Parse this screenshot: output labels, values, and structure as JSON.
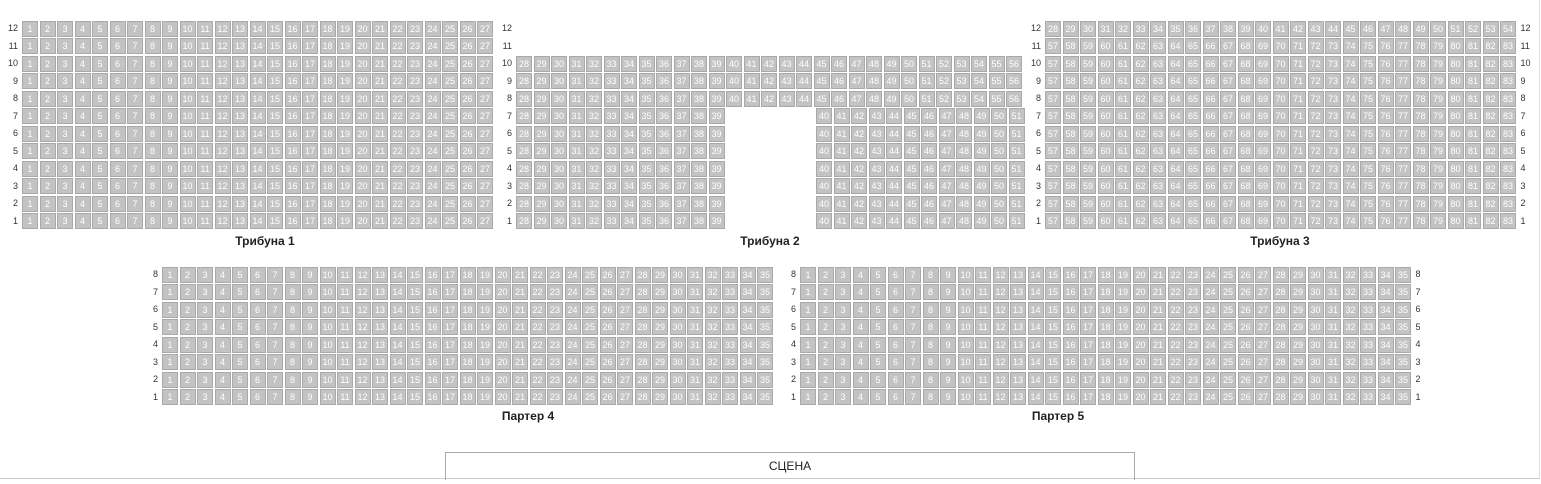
{
  "colors": {
    "seat_fill": "#c3c3c3",
    "seat_border": "#a9a9a9",
    "seat_text": "#ffffff"
  },
  "stage_label": "СЦЕНА",
  "sections": [
    {
      "id": "tribuna-1",
      "title": "Трибуна 1",
      "right_labels": false,
      "rows": [
        {
          "row": "12",
          "blocks": [
            [
              1,
              27
            ]
          ]
        },
        {
          "row": "11",
          "blocks": [
            [
              1,
              27
            ]
          ]
        },
        {
          "row": "10",
          "blocks": [
            [
              1,
              27
            ]
          ]
        },
        {
          "row": "9",
          "blocks": [
            [
              1,
              27
            ]
          ]
        },
        {
          "row": "8",
          "blocks": [
            [
              1,
              27
            ]
          ]
        },
        {
          "row": "7",
          "blocks": [
            [
              1,
              27
            ]
          ]
        },
        {
          "row": "6",
          "blocks": [
            [
              1,
              27
            ]
          ]
        },
        {
          "row": "5",
          "blocks": [
            [
              1,
              27
            ]
          ]
        },
        {
          "row": "4",
          "blocks": [
            [
              1,
              27
            ]
          ]
        },
        {
          "row": "3",
          "blocks": [
            [
              1,
              27
            ]
          ]
        },
        {
          "row": "2",
          "blocks": [
            [
              1,
              27
            ]
          ]
        },
        {
          "row": "1",
          "blocks": [
            [
              1,
              27
            ]
          ]
        }
      ]
    },
    {
      "id": "tribuna-2",
      "title": "Трибуна 2",
      "right_labels": false,
      "rows": [
        {
          "row": "12",
          "blocks": []
        },
        {
          "row": "11",
          "blocks": []
        },
        {
          "row": "10",
          "blocks": [
            [
              28,
              56
            ]
          ]
        },
        {
          "row": "9",
          "blocks": [
            [
              28,
              56
            ]
          ]
        },
        {
          "row": "8",
          "blocks": [
            [
              28,
              56
            ]
          ]
        },
        {
          "row": "7",
          "blocks": [
            [
              28,
              39
            ],
            [
              40,
              51
            ]
          ]
        },
        {
          "row": "6",
          "blocks": [
            [
              28,
              39
            ],
            [
              40,
              51
            ]
          ]
        },
        {
          "row": "5",
          "blocks": [
            [
              28,
              39
            ],
            [
              40,
              51
            ]
          ]
        },
        {
          "row": "4",
          "blocks": [
            [
              28,
              39
            ],
            [
              40,
              51
            ]
          ]
        },
        {
          "row": "3",
          "blocks": [
            [
              28,
              39
            ],
            [
              40,
              51
            ]
          ]
        },
        {
          "row": "2",
          "blocks": [
            [
              28,
              39
            ],
            [
              40,
              51
            ]
          ]
        },
        {
          "row": "1",
          "blocks": [
            [
              28,
              39
            ],
            [
              40,
              51
            ]
          ]
        }
      ]
    },
    {
      "id": "tribuna-3",
      "title": "Трибуна 3",
      "right_labels": true,
      "rows": [
        {
          "row": "12",
          "blocks": [
            [
              28,
              54
            ]
          ]
        },
        {
          "row": "11",
          "blocks": [
            [
              57,
              83
            ]
          ]
        },
        {
          "row": "10",
          "blocks": [
            [
              57,
              83
            ]
          ]
        },
        {
          "row": "9",
          "blocks": [
            [
              57,
              83
            ]
          ]
        },
        {
          "row": "8",
          "blocks": [
            [
              57,
              83
            ]
          ]
        },
        {
          "row": "7",
          "blocks": [
            [
              57,
              83
            ]
          ]
        },
        {
          "row": "6",
          "blocks": [
            [
              57,
              83
            ]
          ]
        },
        {
          "row": "5",
          "blocks": [
            [
              57,
              83
            ]
          ]
        },
        {
          "row": "4",
          "blocks": [
            [
              57,
              83
            ]
          ]
        },
        {
          "row": "3",
          "blocks": [
            [
              57,
              83
            ]
          ]
        },
        {
          "row": "2",
          "blocks": [
            [
              57,
              83
            ]
          ]
        },
        {
          "row": "1",
          "blocks": [
            [
              57,
              83
            ]
          ]
        }
      ]
    },
    {
      "id": "parter-4",
      "title": "Партер 4",
      "right_labels": false,
      "rows": [
        {
          "row": "8",
          "blocks": [
            [
              1,
              35
            ]
          ]
        },
        {
          "row": "7",
          "blocks": [
            [
              1,
              35
            ]
          ]
        },
        {
          "row": "6",
          "blocks": [
            [
              1,
              35
            ]
          ]
        },
        {
          "row": "5",
          "blocks": [
            [
              1,
              35
            ]
          ]
        },
        {
          "row": "4",
          "blocks": [
            [
              1,
              35
            ]
          ]
        },
        {
          "row": "3",
          "blocks": [
            [
              1,
              35
            ]
          ]
        },
        {
          "row": "2",
          "blocks": [
            [
              1,
              35
            ]
          ]
        },
        {
          "row": "1",
          "blocks": [
            [
              1,
              35
            ]
          ]
        }
      ]
    },
    {
      "id": "parter-5",
      "title": "Партер 5",
      "right_labels": true,
      "rows": [
        {
          "row": "8",
          "blocks": [
            [
              1,
              35
            ]
          ]
        },
        {
          "row": "7",
          "blocks": [
            [
              1,
              35
            ]
          ]
        },
        {
          "row": "6",
          "blocks": [
            [
              1,
              35
            ]
          ]
        },
        {
          "row": "5",
          "blocks": [
            [
              1,
              35
            ]
          ]
        },
        {
          "row": "4",
          "blocks": [
            [
              1,
              35
            ]
          ]
        },
        {
          "row": "3",
          "blocks": [
            [
              1,
              35
            ]
          ]
        },
        {
          "row": "2",
          "blocks": [
            [
              1,
              35
            ]
          ]
        },
        {
          "row": "1",
          "blocks": [
            [
              1,
              35
            ]
          ]
        }
      ]
    }
  ]
}
